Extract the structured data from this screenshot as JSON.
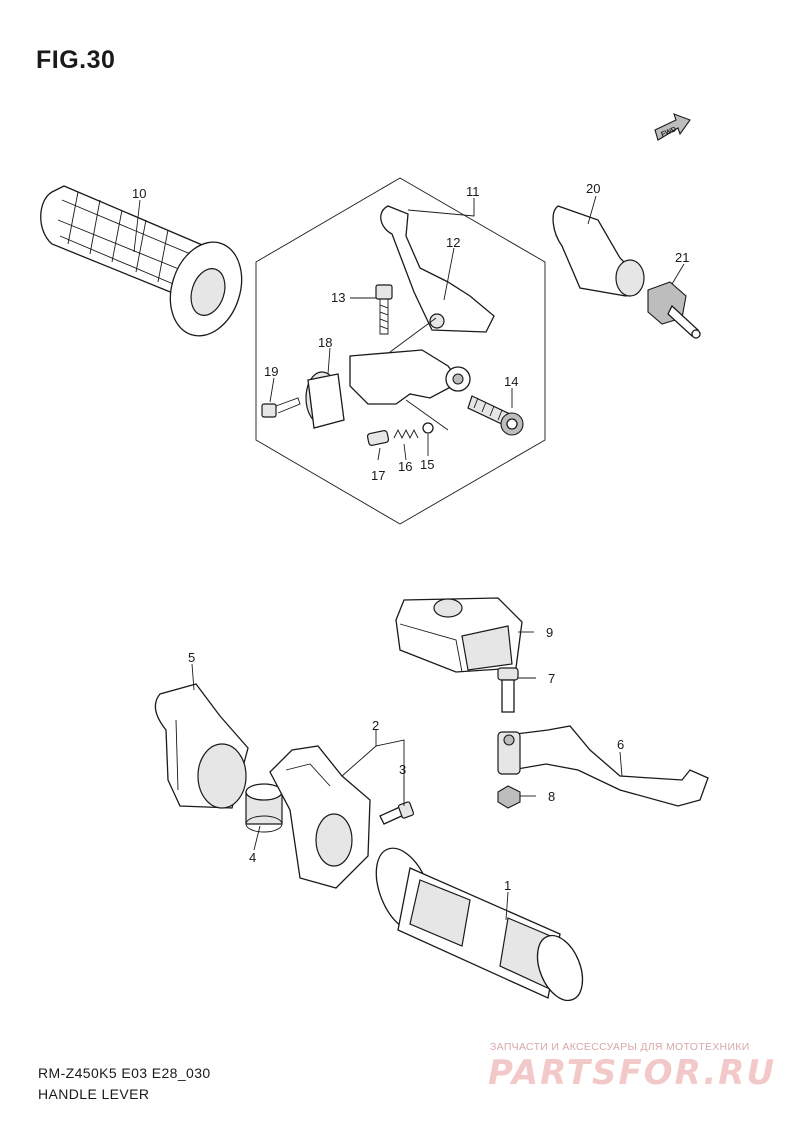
{
  "figure": {
    "title": "FIG.30",
    "forward_badge": "FWD"
  },
  "callouts": {
    "p1": "1",
    "p2": "2",
    "p3": "3",
    "p4": "4",
    "p5": "5",
    "p6": "6",
    "p7": "7",
    "p8": "8",
    "p9": "9",
    "p10": "10",
    "p11": "11",
    "p12": "12",
    "p13": "13",
    "p14": "14",
    "p15": "15",
    "p16": "16",
    "p17": "17",
    "p18": "18",
    "p19": "19",
    "p20": "20",
    "p21": "21"
  },
  "footer": {
    "code": "RM-Z450K5 E03 E28_030",
    "caption": "HANDLE LEVER"
  },
  "watermark": {
    "tagline": "ЗАПЧАСТИ И АКСЕССУАРЫ ДЛЯ МОТОТЕХНИКИ",
    "logo": "PARTSFOR.RU"
  }
}
